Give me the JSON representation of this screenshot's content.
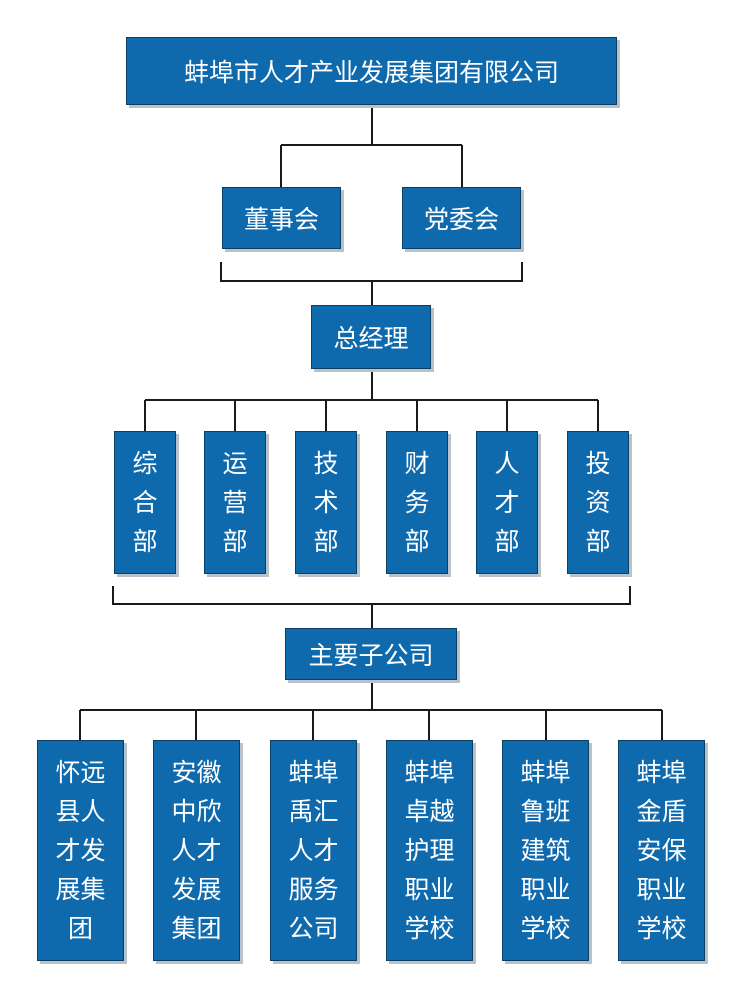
{
  "org": {
    "top": "蚌埠市人才产业发展集团有限公司",
    "boards": {
      "board_of_directors": "董事会",
      "party_committee": "党委会"
    },
    "general_manager": "总经理",
    "departments": [
      "综\n合\n部",
      "运\n营\n部",
      "技\n术\n部",
      "财\n务\n部",
      "人\n才\n部",
      "投\n资\n部"
    ],
    "subsidiaries_header": "主要子公司",
    "subsidiaries": [
      "怀远\n县人\n才发\n展集\n团",
      "安徽\n中欣\n人才\n发展\n集团",
      "蚌埠\n禹汇\n人才\n服务\n公司",
      "蚌埠\n卓越\n护理\n职业\n学校",
      "蚌埠\n鲁班\n建筑\n职业\n学校",
      "蚌埠\n金盾\n安保\n职业\n学校"
    ]
  },
  "colors": {
    "node_fill": "#0f6aad",
    "node_border": "#0a3f66",
    "shadow": "#b9c2cb",
    "line": "#1a1a1a",
    "text": "#ffffff"
  }
}
